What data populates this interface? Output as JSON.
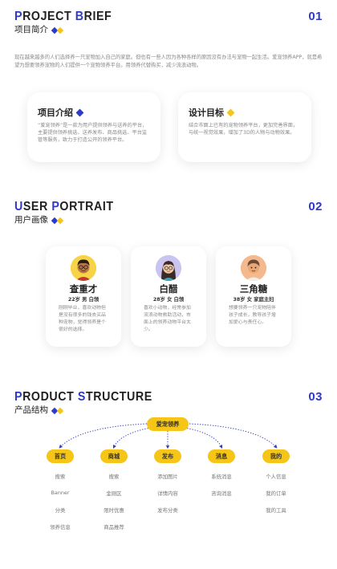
{
  "section1": {
    "title_first": "P",
    "title_rest1": "ROJECT ",
    "title_second": "B",
    "title_rest2": "RIEF",
    "subtitle": "项目简介",
    "number": "01"
  },
  "intro_text": "现在越来越多的人们选择养一只宠物加入自己的家庭。但也有一些人因为各种各样的原因没有办法与宠物一起生活。爱宠领养APP，就是希望为想要领养宠物的人们提供一个宠物领养平台。用领养代替购买，减少流浪动物。",
  "cards": [
    {
      "title": "项目介绍",
      "text": "“爱宠领养”是一款为用户提供领养与送养的平台，主要提供领养挑选、送养发布、商品挑选、平台监管等服务，致力于打造公开的领养平台。"
    },
    {
      "title": "设计目标",
      "text": "结合市面上已有的宠物领养平台，更加完善界面，与统一视觉效果，增加了3D的人物与动物效果。"
    }
  ],
  "section2": {
    "title_first": "U",
    "title_rest1": "SER ",
    "title_second": "P",
    "title_rest2": "ORTRAIT",
    "subtitle": "用户画像",
    "number": "02"
  },
  "users": [
    {
      "name": "查重才",
      "meta": "22岁  男  白领",
      "desc": "刚刚毕业，喜欢动物但是没有很多的钱去买品种宠物，觉得领养是个很好的选择。"
    },
    {
      "name": "白醋",
      "meta": "28岁  女  白领",
      "desc": "喜欢小动物，经常参加流浪动物救助活动，市面上的领养动物平台太少。"
    },
    {
      "name": "三角糖",
      "meta": "38岁  女  家庭主妇",
      "desc": "想要领养一只宠物陪伴孩子成长，教导孩子增加爱心与责任心。"
    }
  ],
  "section3": {
    "title_first": "P",
    "title_rest1": "RODUCT ",
    "title_second": "S",
    "title_rest2": "TRUCTURE",
    "subtitle": "产品结构",
    "number": "03"
  },
  "structure": {
    "root": "爱宠领养",
    "branches": [
      {
        "label": "首页",
        "items": [
          "搜索",
          "Banner",
          "分类",
          "领养信息"
        ]
      },
      {
        "label": "商城",
        "items": [
          "搜索",
          "金刚区",
          "限时优惠",
          "商品推荐"
        ]
      },
      {
        "label": "发布",
        "items": [
          "添加图片",
          "详情内容",
          "发布分类"
        ]
      },
      {
        "label": "消息",
        "items": [
          "系统消息",
          "咨询消息"
        ]
      },
      {
        "label": "我的",
        "items": [
          "个人信息",
          "我的订单",
          "我的工具"
        ]
      }
    ]
  },
  "colors": {
    "accent_blue": "#2d3bc6",
    "accent_yellow": "#f5c518",
    "muted_text": "#8a8a8a"
  },
  "icons": [
    "blue-diamond-icon",
    "yellow-diamond-icon",
    "avatar-male-glasses",
    "avatar-female-glasses",
    "avatar-female-headscarf"
  ]
}
